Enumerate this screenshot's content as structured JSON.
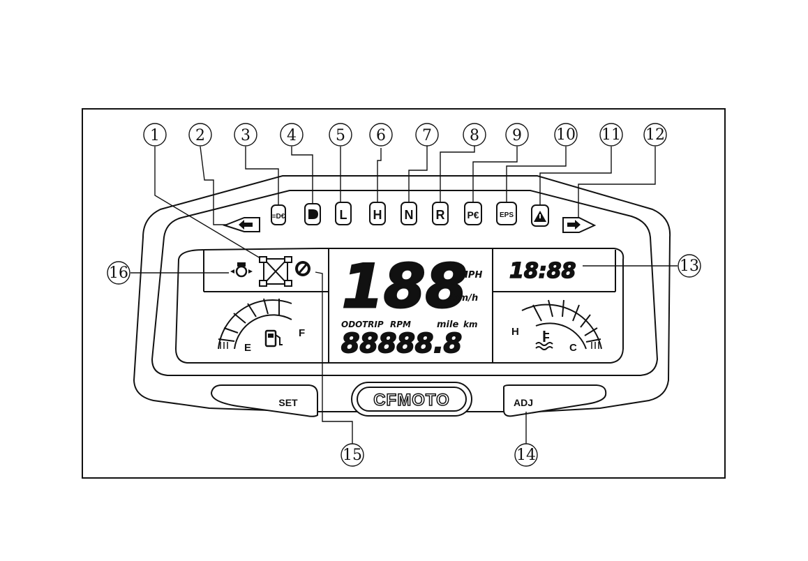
{
  "callouts": [
    "1",
    "2",
    "3",
    "4",
    "5",
    "6",
    "7",
    "8",
    "9",
    "10",
    "11",
    "12",
    "13",
    "14",
    "15",
    "16"
  ],
  "indicators": {
    "fog_light": {
      "icon": "fog-light-icon",
      "text": "≡D€"
    },
    "high_beam": {
      "icon": "high-beam-icon"
    },
    "gear_low": {
      "text": "L"
    },
    "gear_high": {
      "text": "H"
    },
    "gear_neutral": {
      "text": "N"
    },
    "gear_reverse": {
      "text": "R"
    },
    "parking": {
      "text": "P€"
    },
    "eps": {
      "text": "EPS"
    },
    "warning": {
      "icon": "warning-triangle-icon"
    },
    "turn_left": {
      "icon": "left-arrow-icon"
    },
    "turn_right": {
      "icon": "right-arrow-icon"
    }
  },
  "lcd": {
    "speed_digits": "188",
    "speed_unit_mph": "MPH",
    "speed_unit_kmh": "km/h",
    "mode_odo": "ODO",
    "mode_trip": "TRIP",
    "mode_rpm": "RPM",
    "unit_mile": "mile",
    "unit_km": "km",
    "odometer_digits": "88888.8",
    "clock": "18:88",
    "fuel_empty": "E",
    "fuel_full": "F",
    "temp_hot": "H",
    "temp_cold": "C"
  },
  "buttons": {
    "set": "SET",
    "adj": "ADJ"
  },
  "brand": "CFMOTO"
}
